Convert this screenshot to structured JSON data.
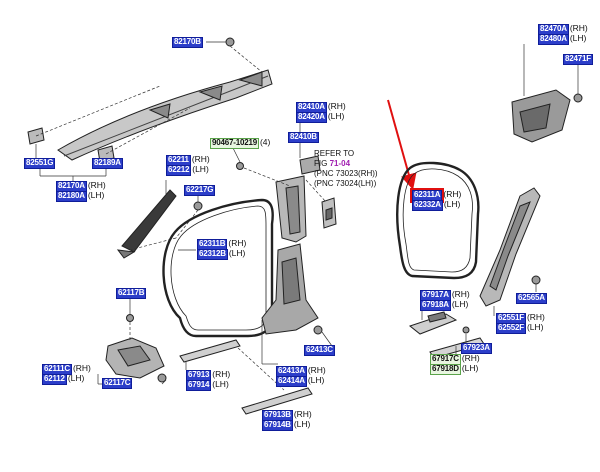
{
  "colors": {
    "part_label_bg": "#2c3ec9",
    "part_label_text": "#ffffff",
    "highlight_outline": "#e01010",
    "arrow": "#e01010",
    "line": "#222222",
    "shade": "#8a8a8a"
  },
  "parts": {
    "p82170B": {
      "code": "82170B"
    },
    "p82470A": {
      "code": "82470A",
      "suffix": "(RH)",
      "code2": "82480A",
      "suffix2": "(LH)"
    },
    "p82471F": {
      "code": "82471F"
    },
    "p82410": {
      "code": "82410A",
      "suffix": "(RH)",
      "code2": "82420A",
      "suffix2": "(LH)"
    },
    "p82410B": {
      "code": "82410B"
    },
    "p90467": {
      "code": "90467-10219",
      "suffix": "(4)"
    },
    "p82551G": {
      "code": "82551G"
    },
    "p82189A": {
      "code": "82189A"
    },
    "p82170A": {
      "code": "82170A",
      "suffix": "(RH)",
      "code2": "82180A",
      "suffix2": "(LH)"
    },
    "p62211": {
      "code": "62211",
      "suffix": "(RH)",
      "code2": "62212",
      "suffix2": "(LH)"
    },
    "p62217G": {
      "code": "62217G"
    },
    "p62311A": {
      "code": "62311A",
      "suffix": "(RH)",
      "code2": "62332A",
      "suffix2": "(LH)"
    },
    "p62311B": {
      "code": "62311B",
      "suffix": "(RH)",
      "code2": "62312B",
      "suffix2": "(LH)"
    },
    "p62117B": {
      "code": "62117B"
    },
    "p67917A": {
      "code": "67917A",
      "suffix": "(RH)",
      "code2": "67918A",
      "suffix2": "(LH)"
    },
    "p62565A": {
      "code": "62565A"
    },
    "p62551F": {
      "code": "62551F",
      "suffix": "(RH)",
      "code2": "62552F",
      "suffix2": "(LH)"
    },
    "p67923A": {
      "code": "67923A"
    },
    "p67917C": {
      "code": "67917C",
      "suffix": "(RH)",
      "code2": "67918D",
      "suffix2": "(LH)"
    },
    "p62413C": {
      "code": "62413C"
    },
    "p62111C": {
      "code": "62111C",
      "suffix": "(RH)",
      "code2": "62112",
      "suffix2": "(LH)"
    },
    "p62117C": {
      "code": "62117C"
    },
    "p67913": {
      "code": "67913",
      "suffix": "(RH)",
      "code2": "67914",
      "suffix2": "(LH)"
    },
    "p62413A": {
      "code": "62413A",
      "suffix": "(RH)",
      "code2": "62414A",
      "suffix2": "(LH)"
    },
    "p67913B": {
      "code": "67913B",
      "suffix": "(RH)",
      "code2": "67914B",
      "suffix2": "(LH)"
    }
  },
  "refer_note": {
    "line1": "REFER TO",
    "fig_prefix": "FIG ",
    "fig": "71-04",
    "line3": "(PNC 73023(RH))",
    "line4": "(PNC 73024(LH))"
  }
}
